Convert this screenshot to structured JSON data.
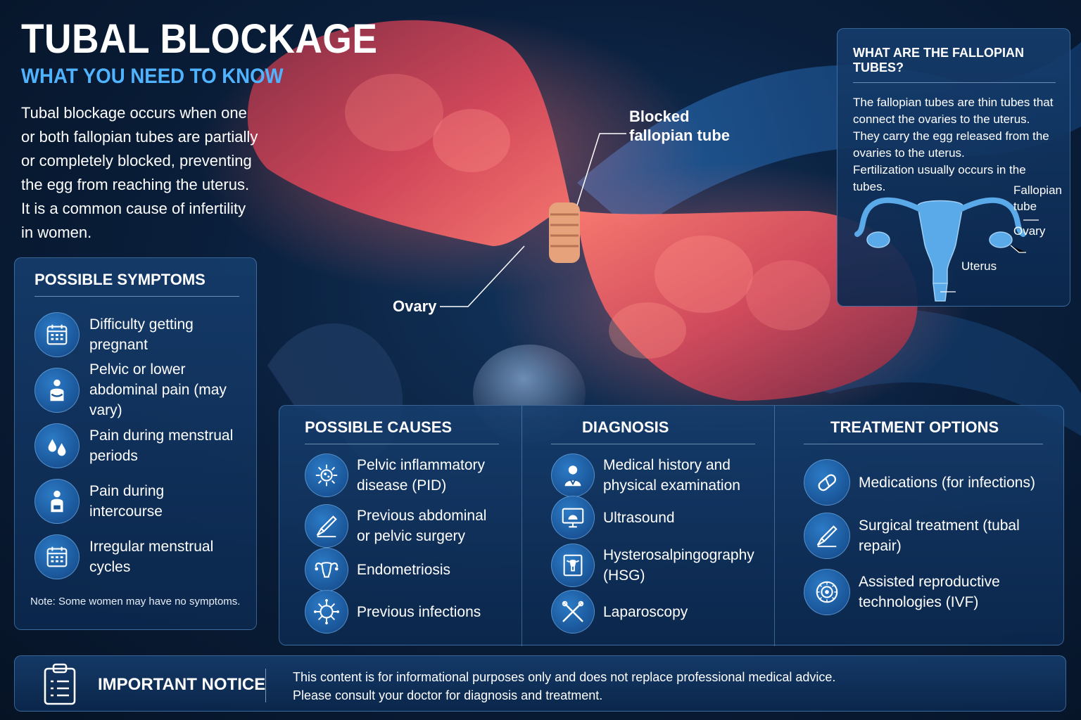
{
  "header": {
    "title": "TUBAL BLOCKAGE",
    "subtitle": "WHAT YOU NEED TO KNOW",
    "intro": [
      "Tubal blockage occurs when one or both fallopian tubes are partially or completely blocked, preventing the egg from reaching the uterus.",
      "It is a common cause of infertility in women."
    ]
  },
  "illustration": {
    "labels": {
      "blocked": "Blocked fallopian tube",
      "ovary": "Ovary"
    }
  },
  "symptoms": {
    "heading": "POSSIBLE SYMPTOMS",
    "items": [
      {
        "icon": "calendar-icon",
        "text": "Difficulty getting pregnant"
      },
      {
        "icon": "abdominal-pain-icon",
        "text": "Pelvic or lower abdominal pain (may vary)"
      },
      {
        "icon": "drops-icon",
        "text": "Pain during menstrual periods"
      },
      {
        "icon": "person-icon",
        "text": "Pain during intercourse"
      },
      {
        "icon": "calendar-icon",
        "text": "Irregular menstrual cycles"
      }
    ],
    "note": "Note: Some women may have no symptoms."
  },
  "tubes_info": {
    "heading": "WHAT ARE THE FALLOPIAN TUBES?",
    "paragraphs": [
      "The fallopian tubes are thin tubes that connect the ovaries to the uterus.",
      "They carry the egg released from the ovaries to the uterus.",
      "Fertilization usually occurs in the tubes."
    ],
    "diagram_labels": {
      "tube": "Fallopian tube",
      "ovary": "Ovary",
      "uterus": "Uterus"
    }
  },
  "causes": {
    "heading": "POSSIBLE CAUSES",
    "items": [
      {
        "icon": "bacteria-icon",
        "text": "Pelvic inflammatory disease (PID)"
      },
      {
        "icon": "scalpel-icon",
        "text": "Previous abdominal or pelvic surgery"
      },
      {
        "icon": "uterus-icon",
        "text": "Endometriosis"
      },
      {
        "icon": "virus-icon",
        "text": "Previous infections"
      }
    ]
  },
  "diagnosis": {
    "heading": "DIAGNOSIS",
    "items": [
      {
        "icon": "doctor-icon",
        "text": "Medical history and physical examination"
      },
      {
        "icon": "ultrasound-monitor-icon",
        "text": "Ultrasound"
      },
      {
        "icon": "xray-icon",
        "text": "Hysterosalpingography (HSG)"
      },
      {
        "icon": "laparoscopy-tools-icon",
        "text": "Laparoscopy"
      }
    ]
  },
  "treatment": {
    "heading": "TREATMENT OPTIONS",
    "items": [
      {
        "icon": "pill-icon",
        "text": "Medications (for infections)"
      },
      {
        "icon": "scalpel-icon",
        "text": "Surgical treatment (tubal repair)"
      },
      {
        "icon": "ivf-icon",
        "text": "Assisted reproductive technologies (IVF)"
      }
    ]
  },
  "notice": {
    "title": "IMPORTANT NOTICE",
    "lines": [
      "This content is for informational purposes only and does not replace professional medical advice.",
      "Please consult your doctor for diagnosis and treatment."
    ]
  },
  "colors": {
    "background": "#0a1f3c",
    "accent": "#4fb3ff",
    "panel": "#133a6a",
    "tissue": "#e0505a"
  }
}
